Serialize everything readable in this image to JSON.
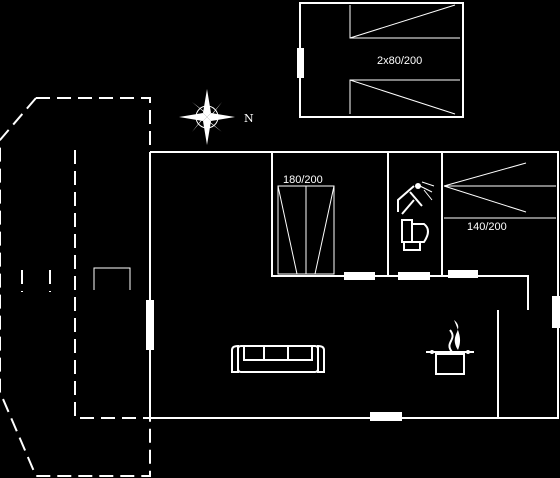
{
  "rooms": {
    "top_bedroom": {
      "bed_label": "2x80/200"
    },
    "bedroom_1": {
      "bed_label": "180/200"
    },
    "bedroom_2": {
      "bed_label": "140/200"
    }
  },
  "compass": {
    "north_label": "N"
  },
  "icons": [
    "compass-rose-icon",
    "shower-icon",
    "toilet-icon",
    "sofa-icon",
    "stove-icon",
    "steam-icon"
  ],
  "colors": {
    "background": "#000000",
    "lines": "#ffffff"
  }
}
